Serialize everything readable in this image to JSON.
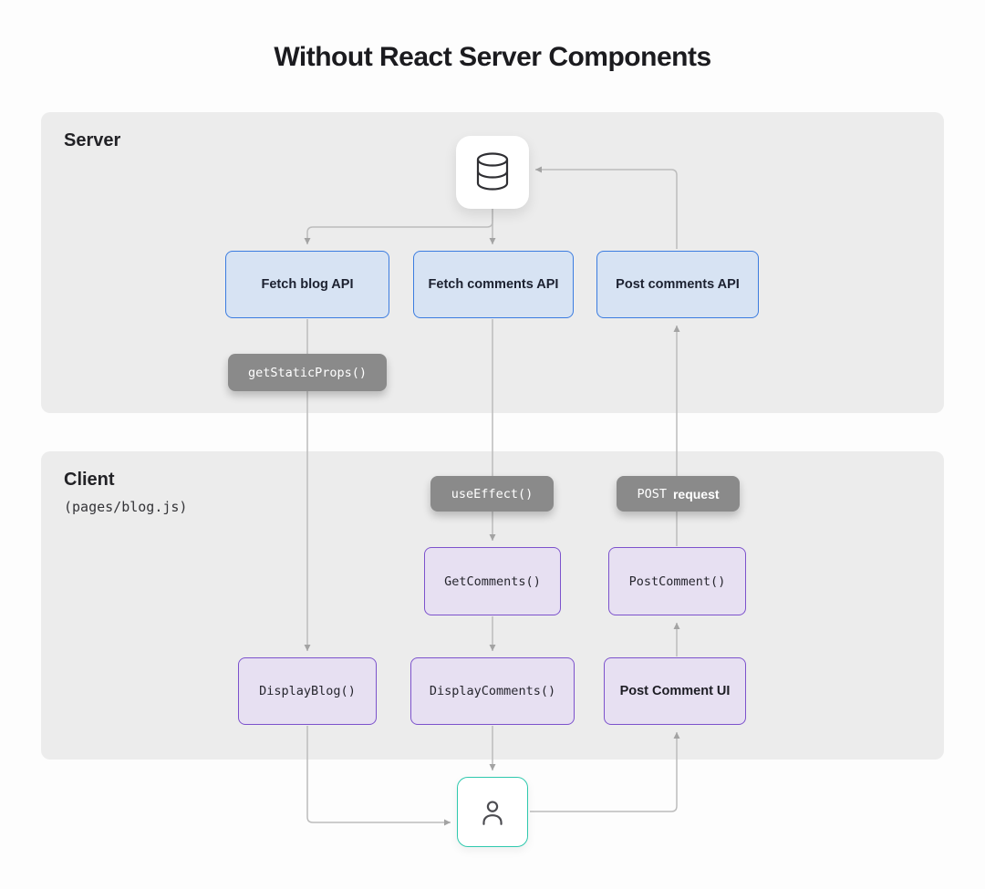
{
  "title": "Without React Server Components",
  "server": {
    "label": "Server",
    "nodes": {
      "fetch_blog": "Fetch blog API",
      "fetch_comments": "Fetch comments API",
      "post_comments": "Post comments API",
      "get_static_props": "getStaticProps()"
    }
  },
  "client": {
    "label": "Client",
    "sublabel": "(pages/blog.js)",
    "nodes": {
      "use_effect": "useEffect()",
      "post_request_code": "POST",
      "post_request_label": "request",
      "get_comments": "GetComments()",
      "post_comment": "PostComment()",
      "display_blog": "DisplayBlog()",
      "display_comments": "DisplayComments()",
      "post_comment_ui": "Post Comment UI"
    }
  },
  "icons": {
    "database": "database-icon",
    "user": "user-icon"
  },
  "colors": {
    "panel_bg": "#ececec",
    "blue_node_bg": "#d7e3f3",
    "blue_node_border": "#3b7ce0",
    "purple_node_bg": "#e7e0f2",
    "purple_node_border": "#7c52cc",
    "pill_bg": "#8a8a8a",
    "pill_text": "#ffffff",
    "user_border": "#2fc9ae",
    "connector_line": "#bcbcbc",
    "title_text": "#1b1b1f"
  }
}
